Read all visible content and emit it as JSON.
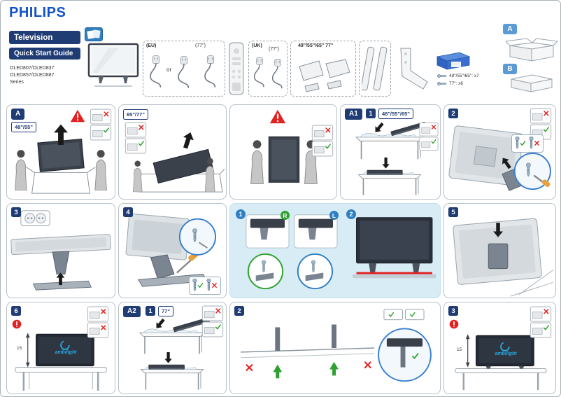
{
  "brand": {
    "logo": "PHILIPS",
    "product": "Television",
    "guide": "Quick Start Guide",
    "models": [
      "OLED807/OLED837",
      "OLED857/OLED887",
      "Series"
    ]
  },
  "contents": {
    "eu_label": "(EU)",
    "eu_size": "(77\")",
    "or_label": "or",
    "uk_label": "(UK)",
    "uk_size": "(77\")",
    "bracket_sizes": "48\"/55\"/65\" 77\"",
    "pack_a": "A",
    "pack_b": "B",
    "screw_count_1": "48\"/55\"/65\": x7",
    "screw_count_2": "77\": x6"
  },
  "panels": {
    "a_label": "A",
    "a1_label": "A1",
    "a2_label": "A2",
    "size_48_55": "48\"/55\"",
    "size_65_77": "65\"/77\"",
    "size_48_55_65": "48\"/55\"/65\"",
    "size_77": "77\"",
    "step_1": "1",
    "step_2": "2",
    "step_3": "3",
    "step_4": "4",
    "step_5": "5",
    "step_6": "6",
    "foot_right": "R",
    "foot_left": "L",
    "ambilight": "ambilight",
    "clearance": "15"
  }
}
